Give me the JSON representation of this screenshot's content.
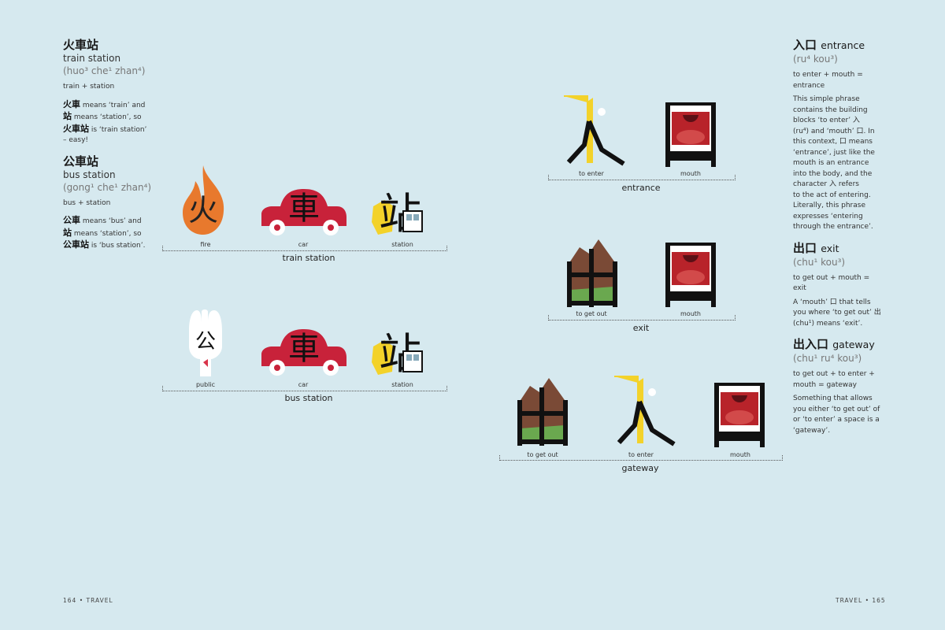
{
  "left": {
    "entries": [
      {
        "title": "火車站",
        "english": "train station",
        "pinyin": "(huo³ che¹ zhan⁴)",
        "formula": "train + station",
        "desc_1a": "火車",
        "desc_1b": " means ‘train’ and",
        "desc_2a": "站",
        "desc_2b": " means ‘station’, so",
        "desc_3a": "火車站",
        "desc_3b": " is ‘train station’",
        "desc_4": "– easy!"
      },
      {
        "title": "公車站",
        "english": "bus station",
        "pinyin": "(gong¹ che¹ zhan⁴)",
        "formula": "bus + station",
        "desc_1a": "公車",
        "desc_1b": " means ‘bus’ and",
        "desc_2a": "站",
        "desc_2b": " means ‘station’, so",
        "desc_3a": "公車站",
        "desc_3b": " is ‘bus station’."
      }
    ],
    "train_diagram": {
      "labels": [
        "fire",
        "car",
        "station"
      ],
      "caption": "train station",
      "chars": [
        "火",
        "車",
        "站"
      ]
    },
    "bus_diagram": {
      "labels": [
        "public",
        "car",
        "station"
      ],
      "caption": "bus station",
      "chars": [
        "公",
        "車",
        "站"
      ]
    },
    "footer": "164  •  TRAVEL"
  },
  "right": {
    "entries": [
      {
        "title": "入口",
        "english": "entrance",
        "pinyin": "(ru⁴ kou³)",
        "formula_lines": [
          "to enter + mouth =",
          "entrance"
        ],
        "desc_lines": [
          "This simple phrase",
          "contains the building",
          "blocks ‘to enter’ 入",
          "(ru⁴) and ‘mouth’ 口. In",
          "this context, 口 means",
          "‘entrance’, just like the",
          "mouth is an entrance",
          "into the body, and the",
          "character 入 refers",
          "to the act of entering.",
          "Literally, this phrase",
          "expresses ‘entering",
          "through the entrance’."
        ]
      },
      {
        "title": "出口",
        "english": "exit",
        "pinyin": "(chu¹ kou³)",
        "formula_lines": [
          "to get out + mouth = exit"
        ],
        "desc_lines": [
          "A ‘mouth’ 口 that tells",
          "you where ‘to get out’ 出",
          "(chu¹) means ‘exit’."
        ]
      },
      {
        "title": "出入口",
        "english": "gateway",
        "pinyin": "(chu¹ ru⁴ kou³)",
        "formula_lines": [
          "to get out + to enter +",
          "mouth = gateway"
        ],
        "desc_lines": [
          "Something that allows",
          "you either ‘to get out’ of",
          "or ‘to enter’ a space is a",
          "‘gateway’."
        ]
      }
    ],
    "entrance_diagram": {
      "labels": [
        "to enter",
        "mouth"
      ],
      "caption": "entrance"
    },
    "exit_diagram": {
      "labels": [
        "to get out",
        "mouth"
      ],
      "caption": "exit"
    },
    "gateway_diagram": {
      "labels": [
        "to get out",
        "to enter",
        "mouth"
      ],
      "caption": "gateway"
    },
    "footer": "TRAVEL  •  165"
  },
  "colors": {
    "background": "#d6e9ef",
    "fire": "#e8792d",
    "car_red": "#c8223a",
    "station_yellow": "#f3d22a",
    "mouth_red": "#b8232a",
    "mountain_brown": "#7a4a36",
    "grass_green": "#6aa84f"
  },
  "icons": [
    "fire-icon",
    "car-icon",
    "station-icon",
    "public-hand-icon",
    "enter-icon",
    "mouth-icon",
    "get-out-mountain-icon"
  ]
}
